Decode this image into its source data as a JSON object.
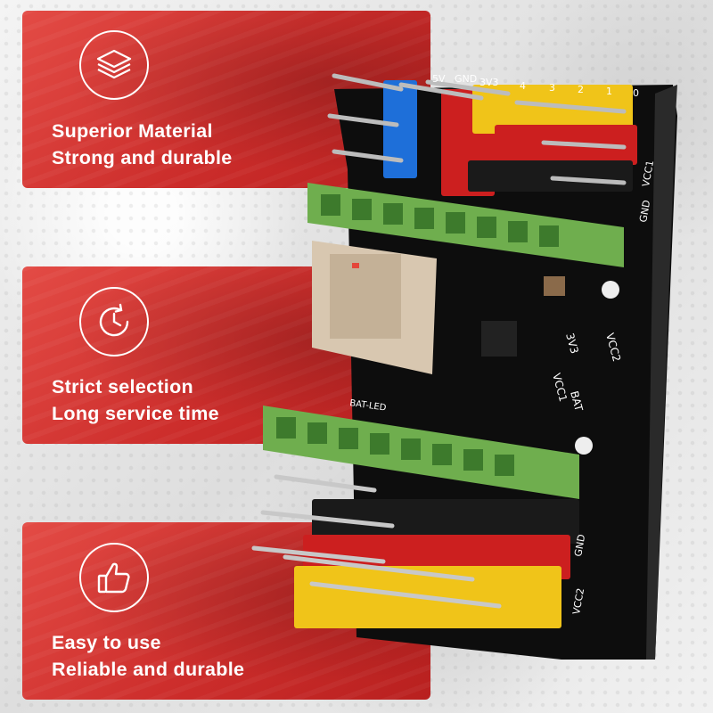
{
  "features": [
    {
      "icon": "layers-icon",
      "line1": "Superior Material",
      "line2": "Strong and durable"
    },
    {
      "icon": "clock-refresh-icon",
      "line1": "Strict selection",
      "line2": "Long service time"
    },
    {
      "icon": "thumbs-up-icon",
      "line1": "Easy to use",
      "line2": "Reliable and durable"
    }
  ],
  "board": {
    "top_labels": [
      "5V",
      "GND",
      "3V3",
      "4",
      "3",
      "2",
      "1",
      "0"
    ],
    "right_labels": [
      "GND",
      "VCC1"
    ],
    "middle_labels": [
      "3V3",
      "VCC2",
      "VCC1",
      "BAT"
    ],
    "led_label": "BAT-LED",
    "bottom_right_labels": [
      "VCC2",
      "GND"
    ],
    "colors": {
      "red": "#cc2d2b",
      "pcb": "#111111",
      "header_green": "#6fae4e",
      "yellow": "#f0c419",
      "blue": "#1e6fd9"
    }
  }
}
